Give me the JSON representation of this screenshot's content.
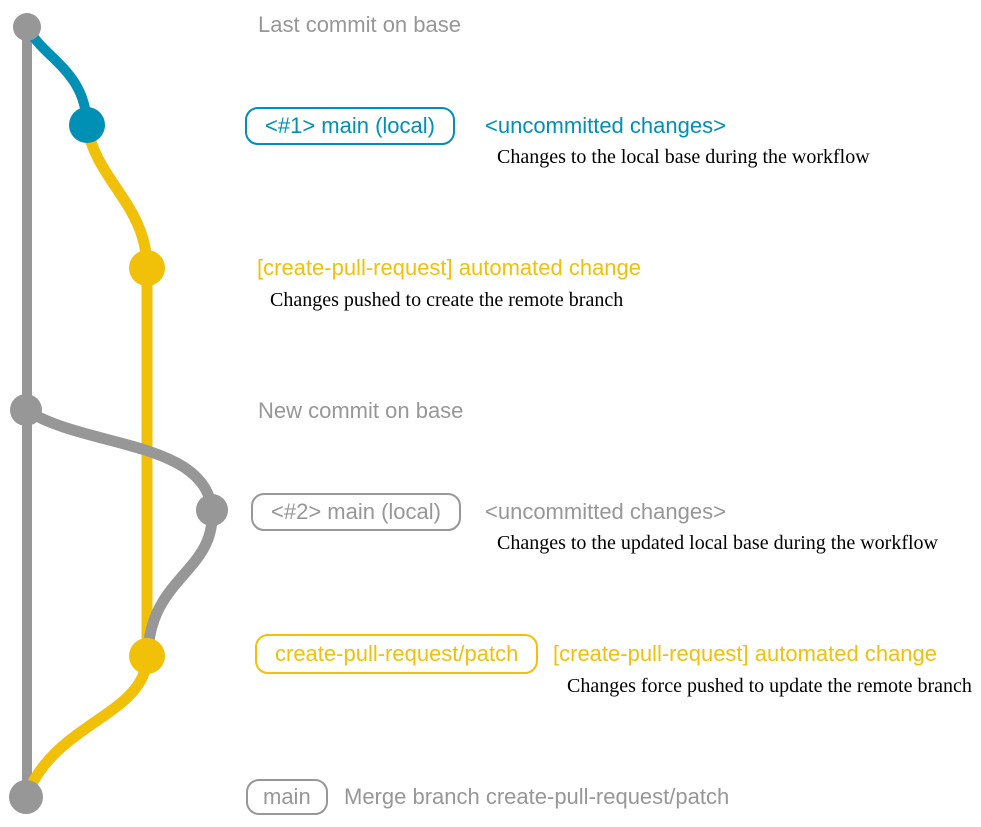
{
  "colors": {
    "base_gray": "#979797",
    "local_blue": "#008fb5",
    "branch_yellow": "#f1c109",
    "description_text": "#000000",
    "background": "#ffffff"
  },
  "graph": {
    "branches": [
      {
        "name": "base",
        "color": "#979797"
      },
      {
        "name": "main (local)",
        "color": "#008fb5"
      },
      {
        "name": "create-pull-request/patch",
        "color": "#f1c109"
      }
    ]
  },
  "annotations": {
    "last_commit": {
      "label": "Last commit on base"
    },
    "commit1": {
      "badge": "<#1> main (local)",
      "title": "<uncommitted changes>",
      "description": "Changes to the local base during the workflow"
    },
    "push1": {
      "title": "[create-pull-request] automated change",
      "description": "Changes pushed to create the remote branch"
    },
    "new_commit": {
      "label": "New commit on base"
    },
    "commit2": {
      "badge": "<#2> main (local)",
      "title": "<uncommitted changes>",
      "description": "Changes to the updated local base during the workflow"
    },
    "push2": {
      "badge": "create-pull-request/patch",
      "title": "[create-pull-request] automated change",
      "description": "Changes force pushed to update the remote branch"
    },
    "merge": {
      "badge": "main",
      "label": "Merge branch create-pull-request/patch"
    }
  }
}
